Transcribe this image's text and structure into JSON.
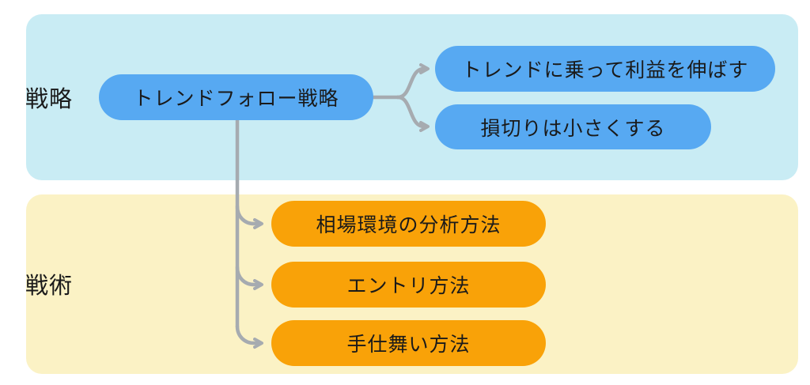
{
  "diagram": {
    "title": "trend-follow strategy and tactics diagram",
    "text_color": "#1a1a1a",
    "connector_color": "#a6abb0",
    "sections": [
      {
        "id": "strategy",
        "label": "戦略",
        "panel_color": "#c9ecf4",
        "node_color": "#57a9f2",
        "root": "トレンドフォロー戦略",
        "children": [
          "トレンドに乗って利益を伸ばす",
          "損切りは小さくする"
        ]
      },
      {
        "id": "tactics",
        "label": "戦術",
        "panel_color": "#fbf2c5",
        "node_color": "#f9a208",
        "children": [
          "相場環境の分析方法",
          "エントリ方法",
          "手仕舞い方法"
        ]
      }
    ]
  }
}
